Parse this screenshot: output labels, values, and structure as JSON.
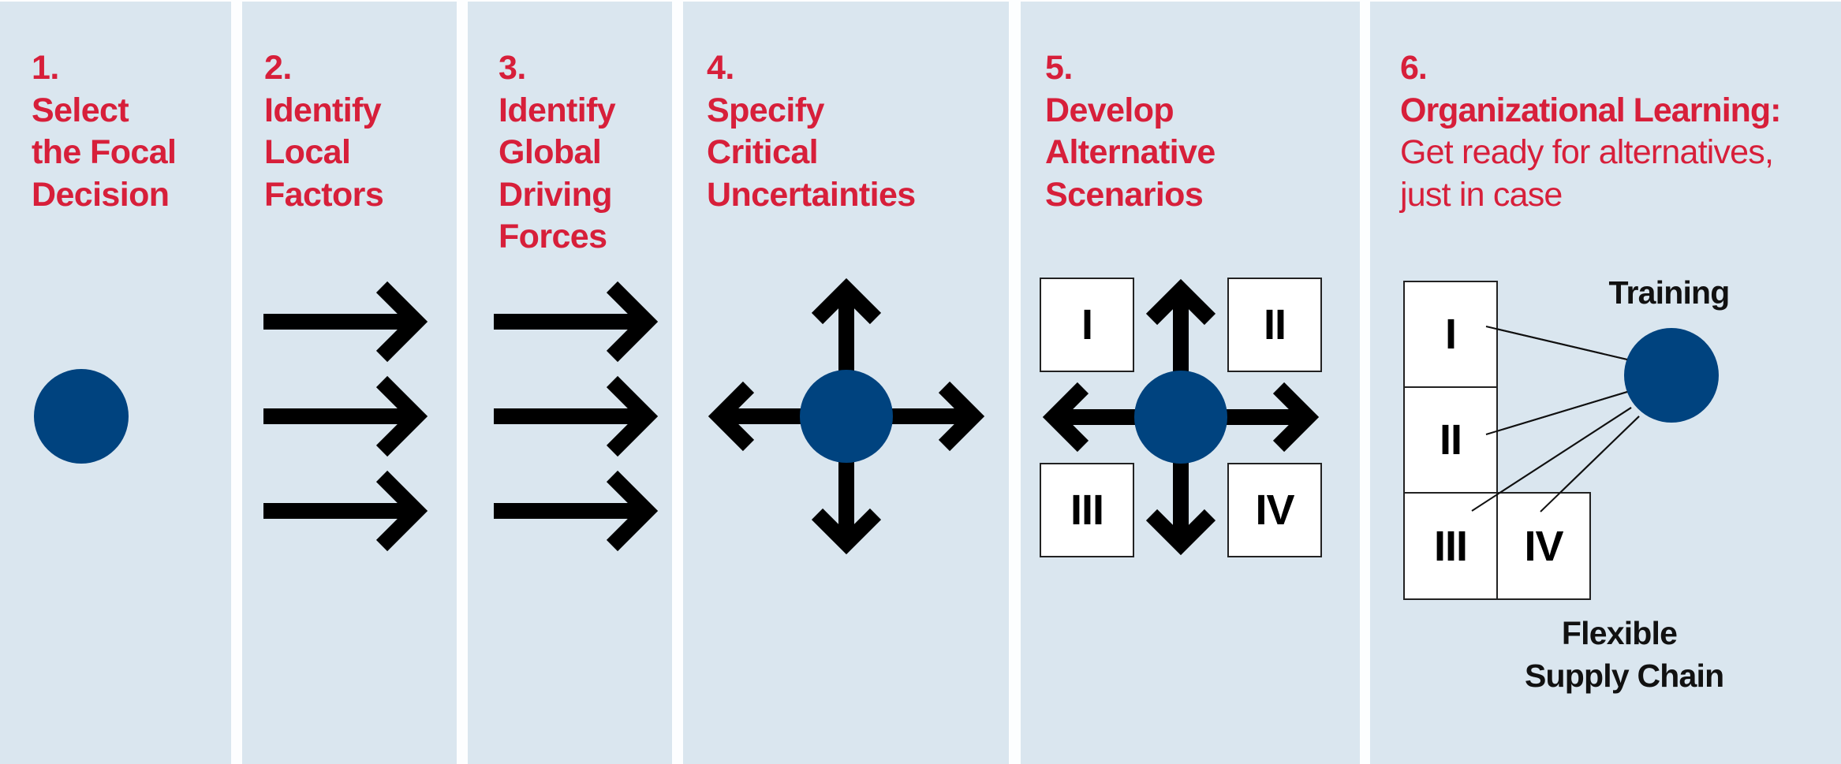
{
  "colors": {
    "panel_bg": "#dae6ef",
    "gap": "#fdfeff",
    "heading_red": "#d71f3a",
    "node_blue": "#00437f",
    "arrow": "#000000"
  },
  "steps": [
    {
      "number": "1.",
      "title_lines": [
        "Select",
        "the Focal",
        "Decision"
      ],
      "graphic": "single-node-circle"
    },
    {
      "number": "2.",
      "title_lines": [
        "Identify",
        "Local",
        "Factors"
      ],
      "graphic": "three-right-arrows"
    },
    {
      "number": "3.",
      "title_lines": [
        "Identify",
        "Global",
        "Driving",
        "Forces"
      ],
      "graphic": "three-right-arrows"
    },
    {
      "number": "4.",
      "title_lines": [
        "Specify",
        "Critical",
        "Uncertainties"
      ],
      "graphic": "node-with-four-way-arrows"
    },
    {
      "number": "5.",
      "title_lines": [
        "Develop",
        "Alternative",
        "Scenarios"
      ],
      "graphic": "four-way-arrows-with-quadrants",
      "quadrants": [
        "I",
        "II",
        "III",
        "IV"
      ]
    },
    {
      "number": "6.",
      "title_lines": [
        "Organizational Learning:"
      ],
      "subtitle_lines": [
        "Get ready for alternatives,",
        "just in case"
      ],
      "graphic": "scenario-grid-linked-to-node",
      "quadrants": [
        "I",
        "II",
        "III",
        "IV"
      ],
      "node_label": "Training",
      "grid_label_lines": [
        "Flexible",
        "Supply Chain"
      ]
    }
  ]
}
